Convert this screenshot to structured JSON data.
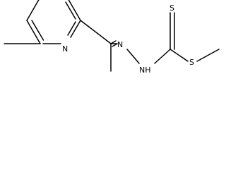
{
  "molecule": {
    "atoms": {
      "pyridine_n": "N",
      "imine_n": "N",
      "amine_nh": "NH",
      "thione_s": "S",
      "thioether_s": "S"
    },
    "colors": {
      "bond": "#000000",
      "label": "#000000",
      "background": "#ffffff"
    }
  }
}
